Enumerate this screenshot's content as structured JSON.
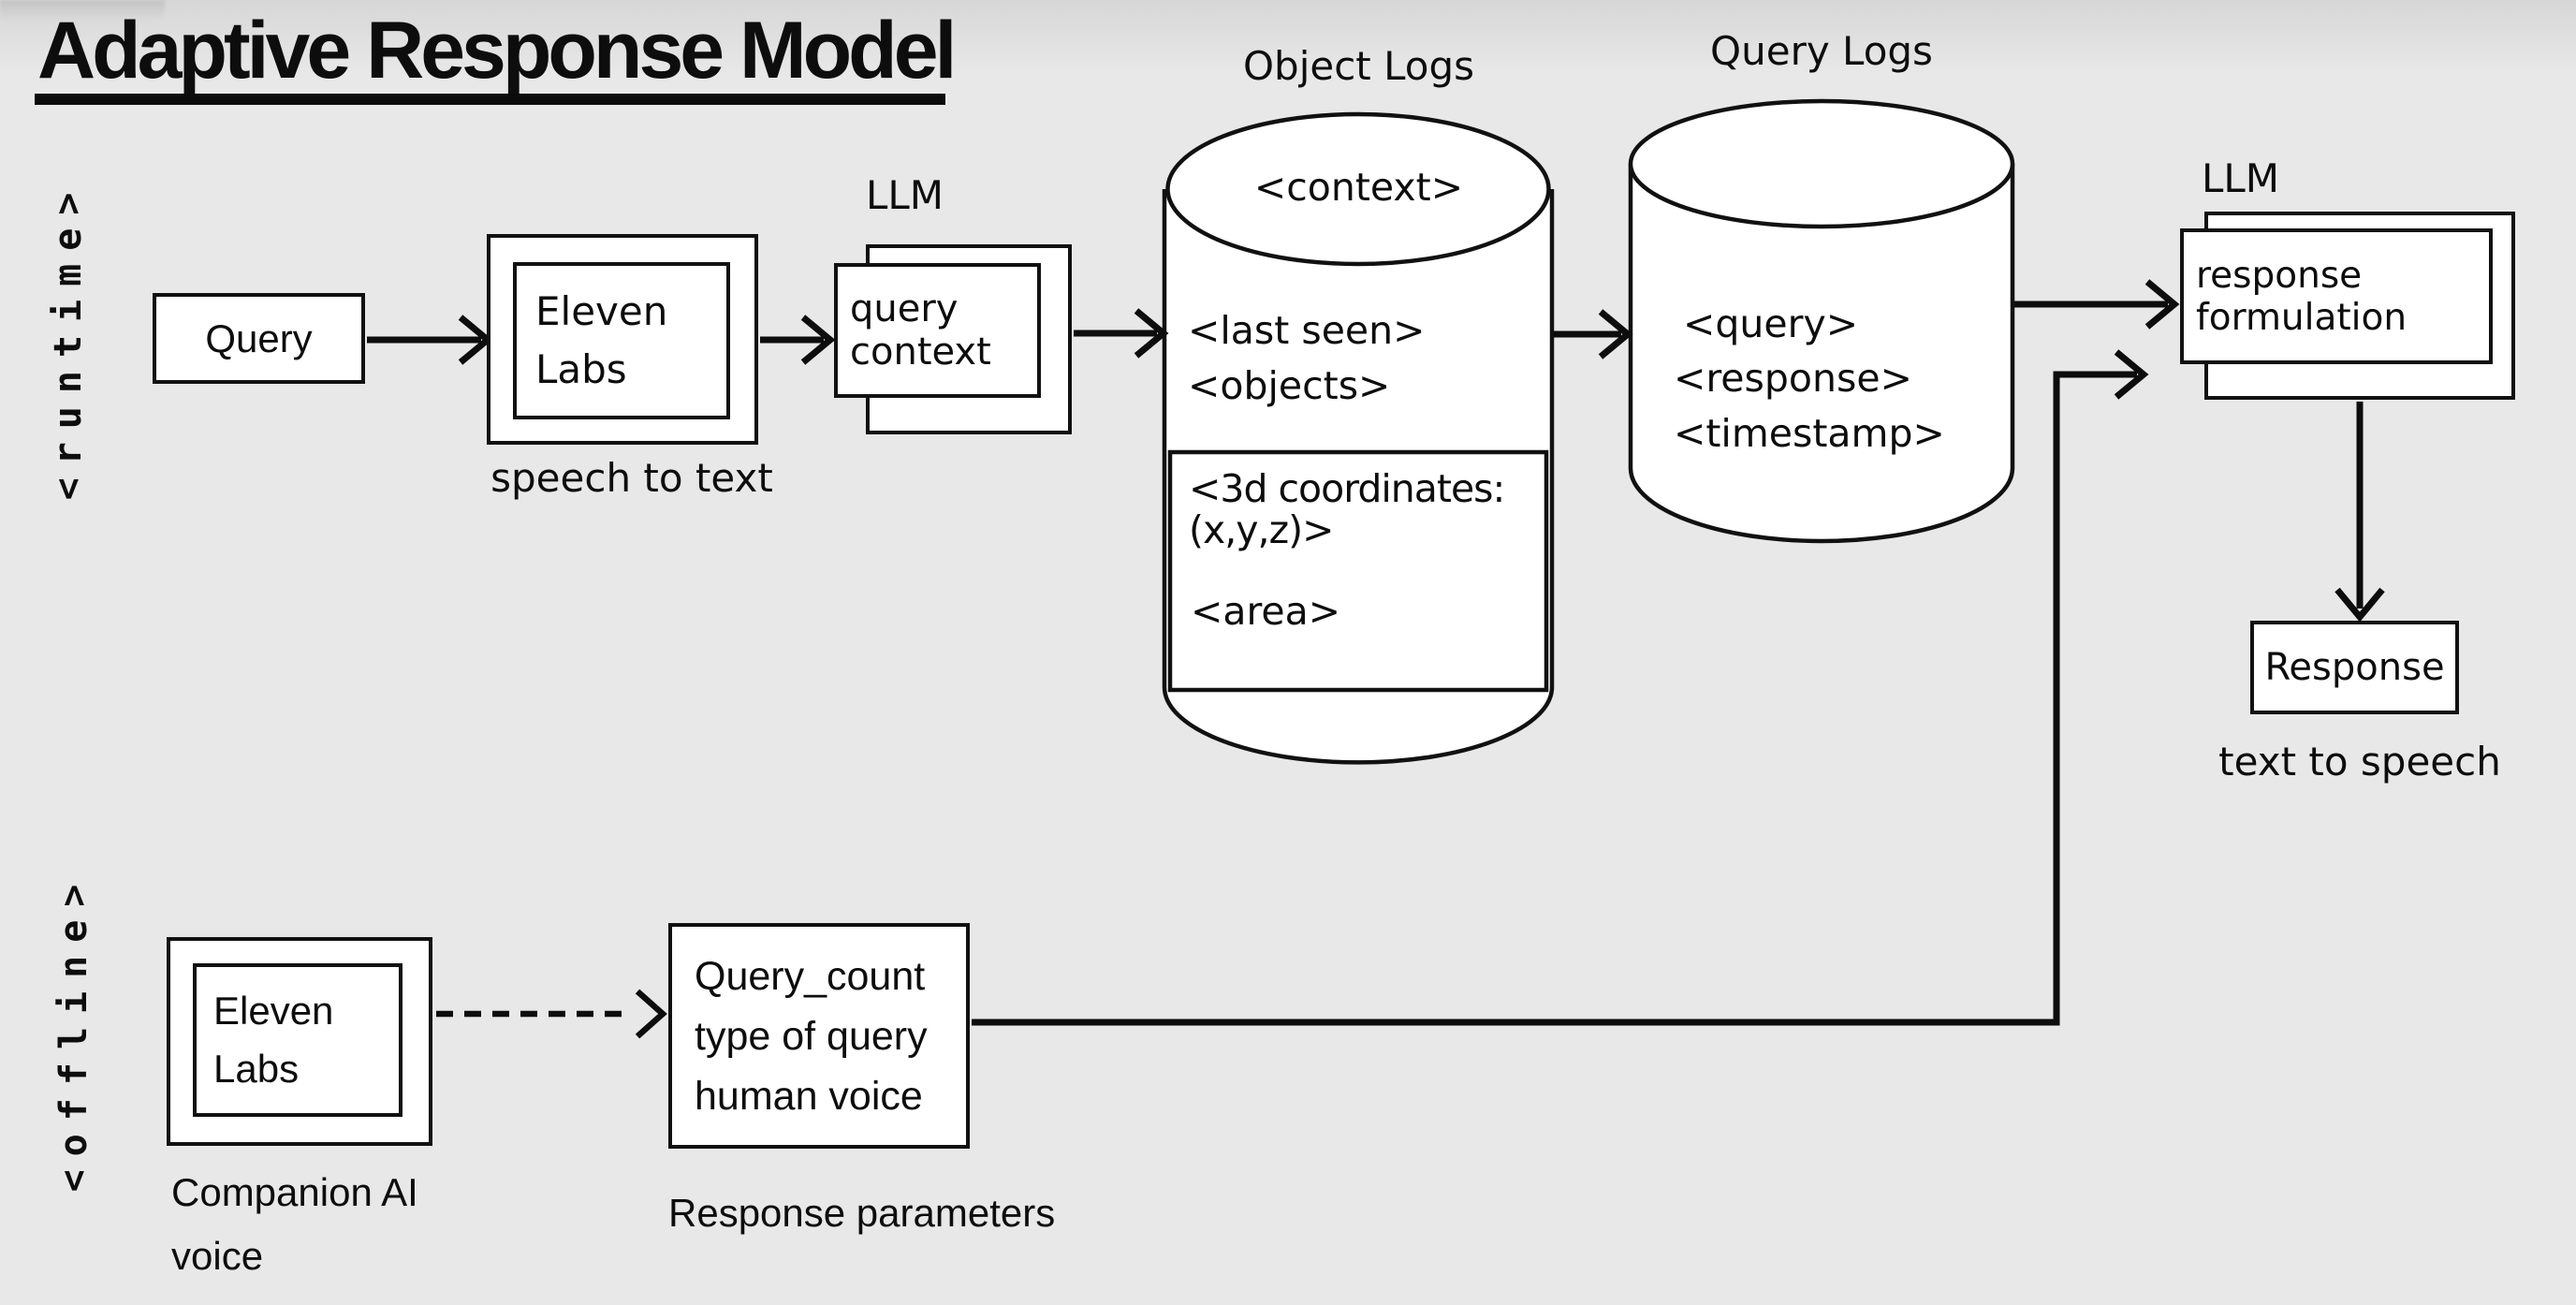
{
  "title": {
    "text": "Adaptive Response Model"
  },
  "lanes": {
    "runtime": "<runtime>",
    "offline": "<offline>"
  },
  "colors": {
    "background": "#e8e8e8",
    "ink": "#0d0d0d",
    "box_fill": "#ffffff"
  },
  "runtime_flow": {
    "query_box": {
      "label": "Query"
    },
    "eleven_labs": {
      "line1": "Eleven",
      "line2": "Labs",
      "caption": "speech to text"
    },
    "llm_tag_1": "LLM",
    "query_context": {
      "line1": "query",
      "line2": "context"
    },
    "object_logs": {
      "title": "Object Logs",
      "context": "<context>",
      "last_seen": "<last seen>",
      "objects": "<objects>",
      "coords_line1": "<3d coordinates:",
      "coords_line2": "(x,y,z)>",
      "area": "<area>"
    },
    "query_logs": {
      "title": "Query Logs",
      "query": "<query>",
      "response": "<response>",
      "timestamp": "<timestamp>"
    },
    "llm_tag_2": "LLM",
    "response_formulation": {
      "line1": "response",
      "line2": "formulation"
    },
    "response_box": {
      "label": "Response",
      "caption": "text to speech"
    }
  },
  "offline_flow": {
    "eleven_labs": {
      "line1": "Eleven",
      "line2": "Labs",
      "caption_line1": "Companion AI",
      "caption_line2": "voice"
    },
    "params_box": {
      "line1": "Query_count",
      "line2": "type of query",
      "line3": "human voice",
      "caption": "Response parameters"
    }
  }
}
